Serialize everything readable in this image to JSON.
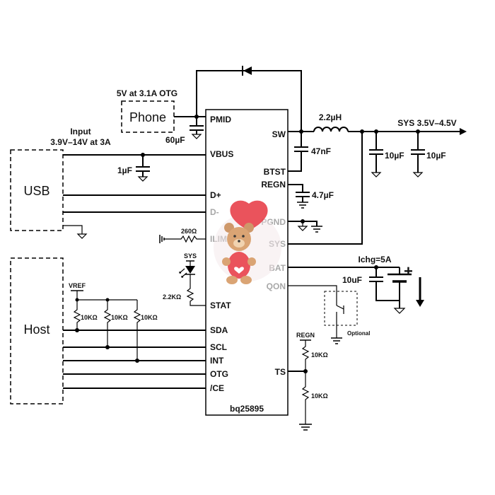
{
  "chip": {
    "name": "bq25895",
    "pins_left": [
      "PMID",
      "VBUS",
      "D+",
      "D-",
      "ILIM",
      "STAT",
      "SDA",
      "SCL",
      "INT",
      "OTG",
      "/CE"
    ],
    "pins_right": [
      "SW",
      "BTST",
      "REGN",
      "PGND",
      "SYS",
      "BAT",
      "QON",
      "TS"
    ]
  },
  "blocks": {
    "usb": "USB",
    "host": "Host",
    "phone": "Phone",
    "optional": "Optional"
  },
  "labels": {
    "otg_rating": "5V at 3.1A OTG",
    "input_title": "Input",
    "input_range": "3.9V–14V at 3A",
    "c_pmid": "60µF",
    "c_vbus": "1µF",
    "r_ilim": "260Ω",
    "led_supply": "SYS",
    "r_stat": "2.2KΩ",
    "vref": "VREF",
    "r_pullup_1": "10KΩ",
    "r_pullup_2": "10KΩ",
    "r_pullup_3": "10KΩ",
    "inductor": "2.2µH",
    "c_btst": "47nF",
    "c_regn": "4.7µF",
    "sys_out": "SYS 3.5V–4.5V",
    "c_sys_1": "10µF",
    "c_sys_2": "10µF",
    "ichg": "Ichg=5A",
    "c_bat": "10uF",
    "battery_plus": "+",
    "ts_supply": "REGN",
    "r_ts_top": "10KΩ",
    "r_ts_bottom": "10KΩ"
  },
  "watermark": {
    "kind": "teddy-bear-with-heart-balloon"
  },
  "colors": {
    "line": "#000000",
    "muted_pin": "#a8a8a8",
    "heart": "#e8414b",
    "bear": "#c98d5a"
  }
}
